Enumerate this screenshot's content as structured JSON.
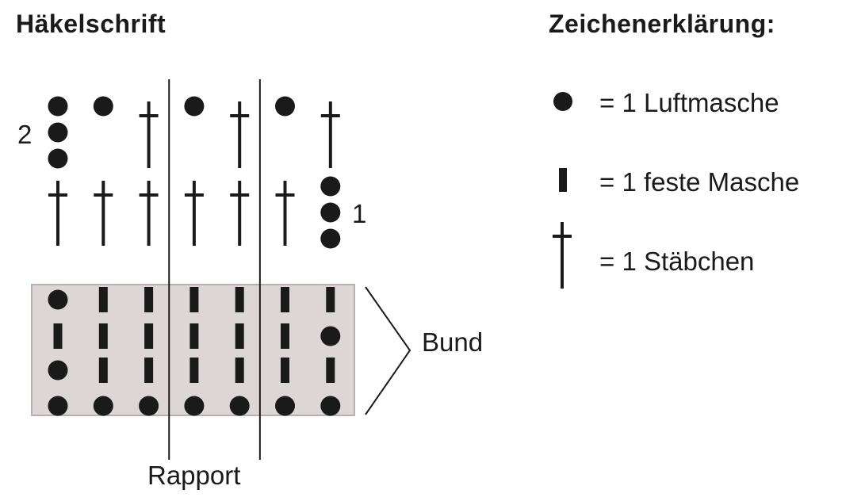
{
  "title": "Häkelschrift",
  "legend": {
    "title": "Zeichenerklärung:",
    "items": [
      {
        "symbol": "chain",
        "icon": "dot-icon",
        "text": "= 1 Luftmasche"
      },
      {
        "symbol": "sc",
        "icon": "bar-icon",
        "text": "= 1 feste Masche"
      },
      {
        "symbol": "dc",
        "icon": "cross-stitch-icon",
        "text": "= 1 Stäbchen"
      }
    ]
  },
  "labels": {
    "row2": "2",
    "row1": "1",
    "band": "Bund",
    "repeat": "Rapport"
  },
  "colors": {
    "symbol": "#1a1a1a",
    "band_fill": "#ddd6d6",
    "band_border": "#b8b0b0"
  },
  "grid": {
    "columns": 7,
    "row2": [
      [
        "chain",
        "chain",
        "chain"
      ],
      [
        "chain"
      ],
      [
        "dc"
      ],
      [
        "chain"
      ],
      [
        "dc"
      ],
      [
        "chain"
      ],
      [
        "dc"
      ]
    ],
    "row1": [
      [
        "dc"
      ],
      [
        "dc"
      ],
      [
        "dc"
      ],
      [
        "dc"
      ],
      [
        "dc"
      ],
      [
        "dc"
      ],
      [
        "chain",
        "chain",
        "chain"
      ]
    ],
    "band_rows": [
      [
        "chain",
        "sc",
        "sc",
        "sc",
        "sc",
        "sc",
        "sc"
      ],
      [
        "sc",
        "sc",
        "sc",
        "sc",
        "sc",
        "sc",
        "chain"
      ],
      [
        "chain",
        "sc",
        "sc",
        "sc",
        "sc",
        "sc",
        "sc"
      ],
      [
        "chain",
        "chain",
        "chain",
        "chain",
        "chain",
        "chain",
        "chain"
      ]
    ],
    "repeat_columns": [
      3,
      4
    ]
  }
}
